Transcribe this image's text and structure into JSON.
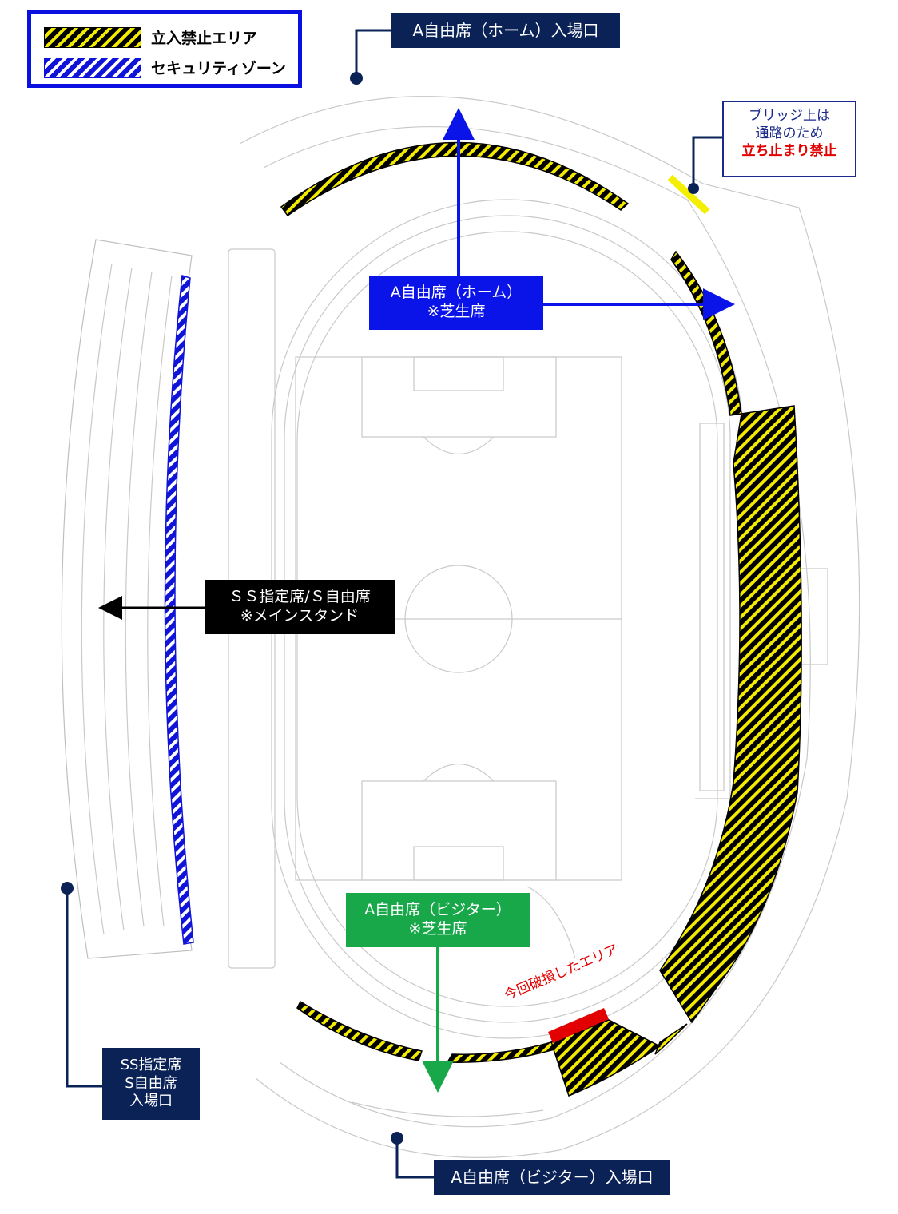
{
  "legend": {
    "restricted_label": "立入禁止エリア",
    "security_label": "セキュリティゾーン"
  },
  "colors": {
    "restricted_stripe_dark": "#000000",
    "restricted_stripe_light": "#f2ea00",
    "security_stripe": "#1014d8",
    "navy_label": "#0b2257",
    "home_label": "#0b14e8",
    "visitor_label": "#18a84a",
    "damage": "#e30000"
  },
  "labels": {
    "home_entrance": "A自由席（ホーム）入場口",
    "home_seat_line1": "A自由席（ホーム）",
    "home_seat_line2": "※芝生席",
    "main_stand_line1": "ＳＳ指定席/Ｓ自由席",
    "main_stand_line2": "※メインスタンド",
    "visitor_seat_line1": "A自由席（ビジター）",
    "visitor_seat_line2": "※芝生席",
    "visitor_entrance": "A自由席（ビジター）入場口",
    "ss_entrance_line1": "SS指定席",
    "ss_entrance_line2": "S自由席",
    "ss_entrance_line3": "入場口",
    "damage_area": "今回破損したエリア"
  },
  "bridge_note": {
    "line1": "ブリッジ上は",
    "line2": "通路のため",
    "line3": "立ち止まり禁止"
  }
}
